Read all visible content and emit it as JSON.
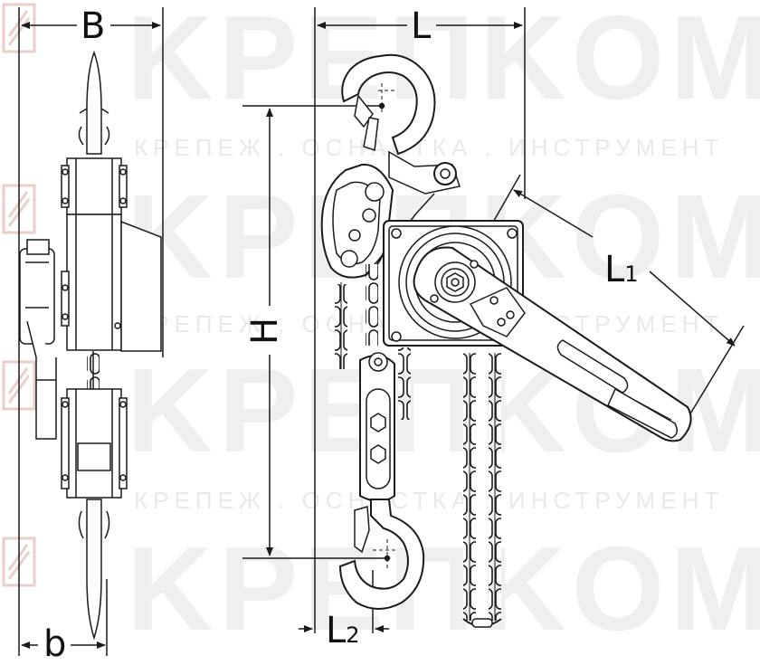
{
  "watermark": {
    "brand": "KPEПKOM",
    "tagline": "КРЕПЕЖ . ОСНАСТКА . ИНСТРУМЕНТ"
  },
  "dimensions": {
    "B": "B",
    "b": "b",
    "L": "L",
    "H": "H",
    "L1_main": "L",
    "L1_sub": "1",
    "L2_main": "L",
    "L2_sub": "2"
  },
  "colors": {
    "line": "#1a1a1a",
    "watermark": "#efefef",
    "accent_red": "#c0392b"
  }
}
